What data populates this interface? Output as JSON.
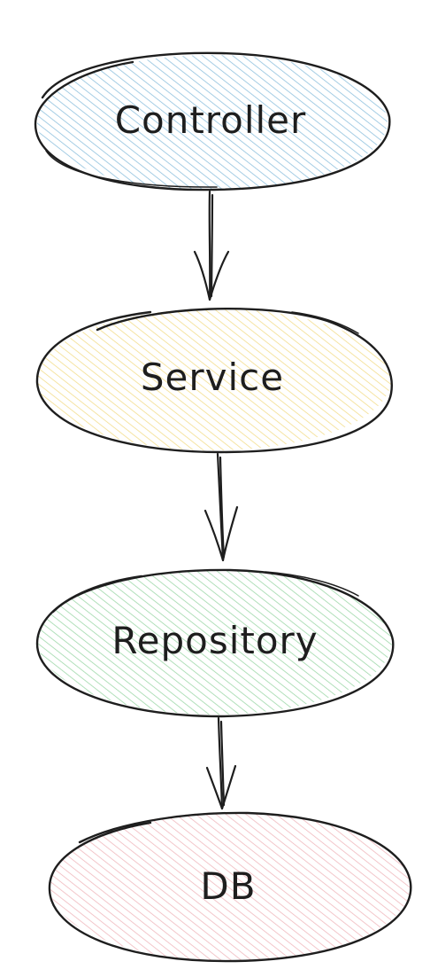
{
  "diagram": {
    "nodes": [
      {
        "id": "controller",
        "label": "Controller",
        "hatch_color": "#8fc1de"
      },
      {
        "id": "service",
        "label": "Service",
        "hatch_color": "#f3dd8c"
      },
      {
        "id": "repository",
        "label": "Repository",
        "hatch_color": "#9ed8a9"
      },
      {
        "id": "db",
        "label": "DB",
        "hatch_color": "#f0b8bd"
      }
    ],
    "edges": [
      {
        "from": "controller",
        "to": "service"
      },
      {
        "from": "service",
        "to": "repository"
      },
      {
        "from": "repository",
        "to": "db"
      }
    ]
  }
}
